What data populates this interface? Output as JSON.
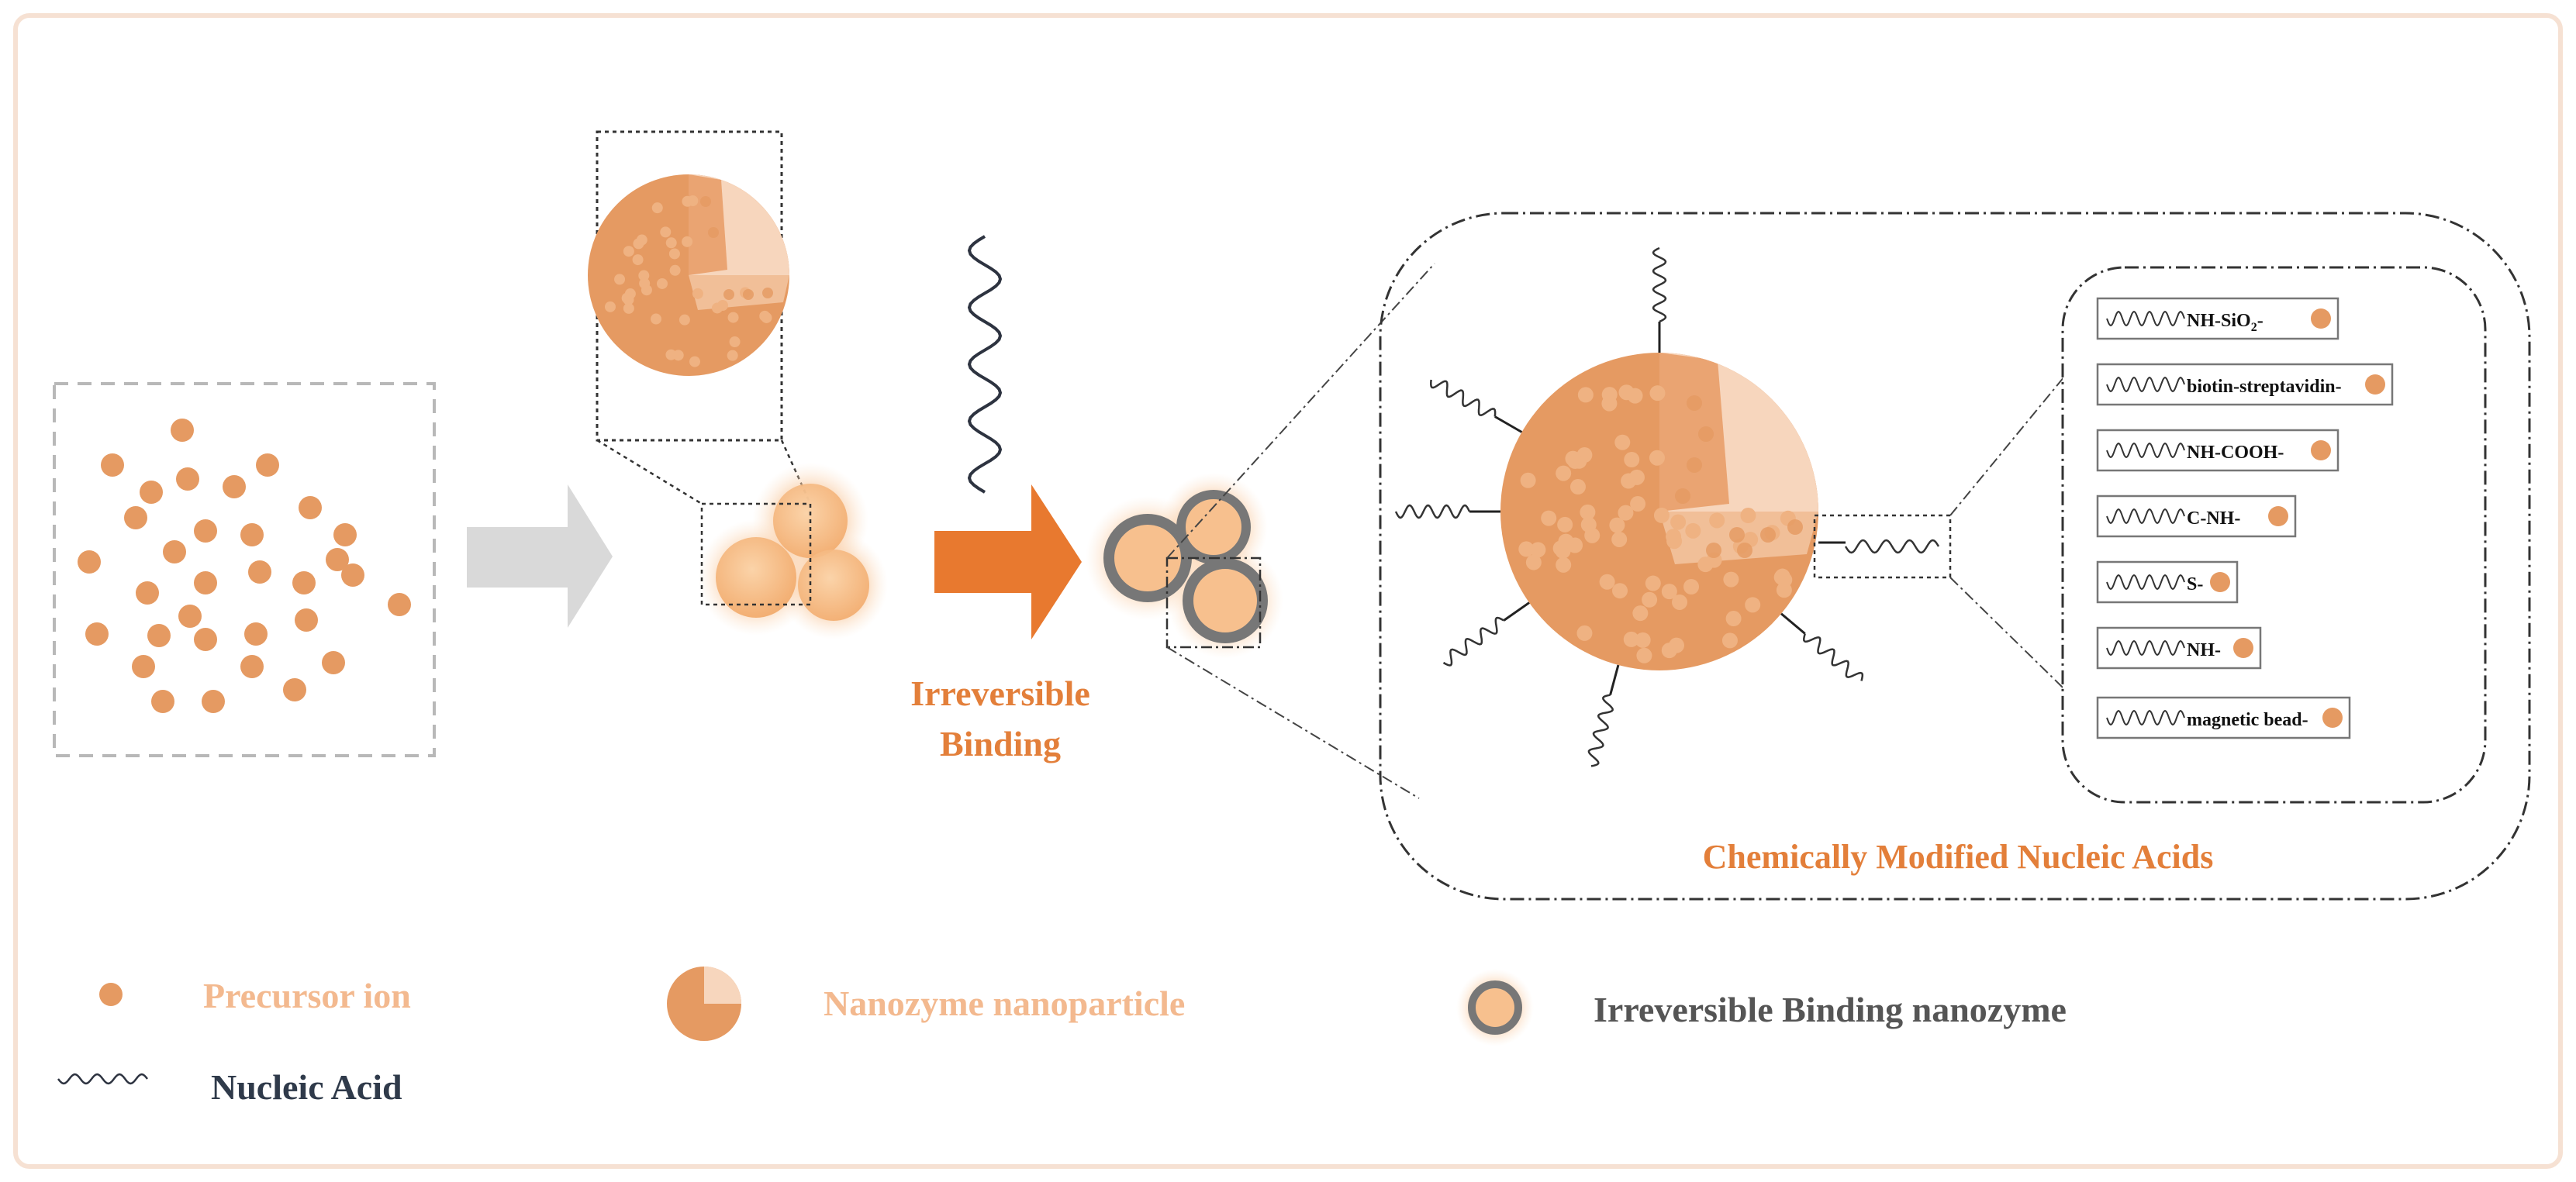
{
  "labels": {
    "irreversible_line1": "Irreversible",
    "irreversible_line2": "Binding",
    "panel_title": "Chemically Modified Nucleic Acids"
  },
  "modifications": [
    {
      "text": "NH-SiO",
      "sub": "2",
      "tail": "-"
    },
    {
      "text": "biotin-streptavidin-",
      "sub": "",
      "tail": ""
    },
    {
      "text": "NH-COOH-",
      "sub": "",
      "tail": ""
    },
    {
      "text": "C-NH-",
      "sub": "",
      "tail": ""
    },
    {
      "text": "S-",
      "sub": "",
      "tail": ""
    },
    {
      "text": "NH-",
      "sub": "",
      "tail": ""
    },
    {
      "text": "magnetic bead-",
      "sub": "",
      "tail": ""
    }
  ],
  "legend": {
    "precursor_ion": "Precursor ion",
    "nanozyme_nanoparticle": "Nanozyme nanoparticle",
    "irreversible_binding_nanozyme": "Irreversible Binding nanozyme",
    "nucleic_acid": "Nucleic Acid"
  },
  "colors": {
    "frame": "#f6e1d3",
    "particle": "#e59a62",
    "particle_dot": "#efb282",
    "cutaway_inner": "#f7d6bd",
    "arrow_gray": "#d9d9d9",
    "arrow_orange": "#e8792f",
    "label_orange": "#e37f3a",
    "legend_peach": "#f3b98f",
    "legend_gray": "#555555",
    "legend_navy": "#2f3a4a"
  }
}
